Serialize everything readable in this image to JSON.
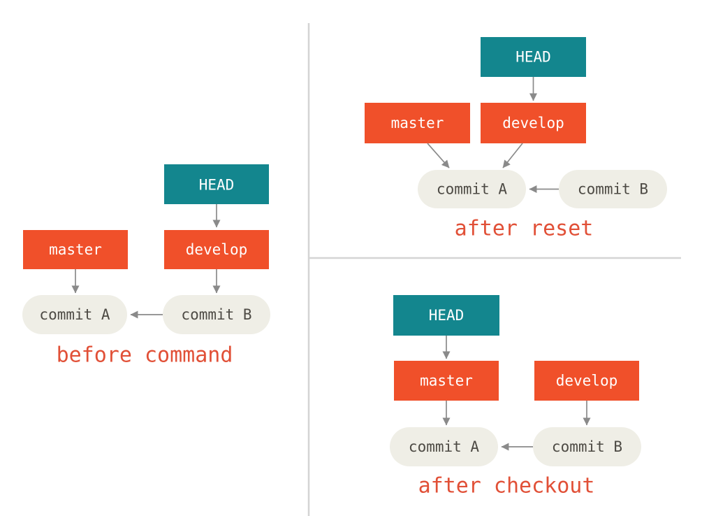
{
  "diagram": {
    "subject": "git reset vs git checkout branch pointer movement",
    "colors": {
      "head_fill": "#13868E",
      "branch_fill": "#F0502A",
      "box_text": "#FFFFFF",
      "commit_fill": "#EFEEE6",
      "commit_text": "#4D4A44",
      "arrow": "#8A8A8A",
      "caption": "#E15037",
      "divider": "#D4D4D4",
      "background": "#FFFFFF"
    },
    "panels": [
      {
        "id": "before",
        "caption": "before command",
        "nodes": {
          "head": "HEAD",
          "master": "master",
          "develop": "develop",
          "commit_a": "commit A",
          "commit_b": "commit B"
        },
        "edges": [
          "HEAD -> develop",
          "master -> commit A",
          "develop -> commit B",
          "commit B -> commit A"
        ]
      },
      {
        "id": "after-reset",
        "caption": "after reset",
        "nodes": {
          "head": "HEAD",
          "master": "master",
          "develop": "develop",
          "commit_a": "commit A",
          "commit_b": "commit B"
        },
        "edges": [
          "HEAD -> develop",
          "master -> commit A",
          "develop -> commit A",
          "commit B -> commit A"
        ]
      },
      {
        "id": "after-checkout",
        "caption": "after checkout",
        "nodes": {
          "head": "HEAD",
          "master": "master",
          "develop": "develop",
          "commit_a": "commit A",
          "commit_b": "commit B"
        },
        "edges": [
          "HEAD -> master",
          "master -> commit A",
          "develop -> commit B",
          "commit B -> commit A"
        ]
      }
    ]
  }
}
